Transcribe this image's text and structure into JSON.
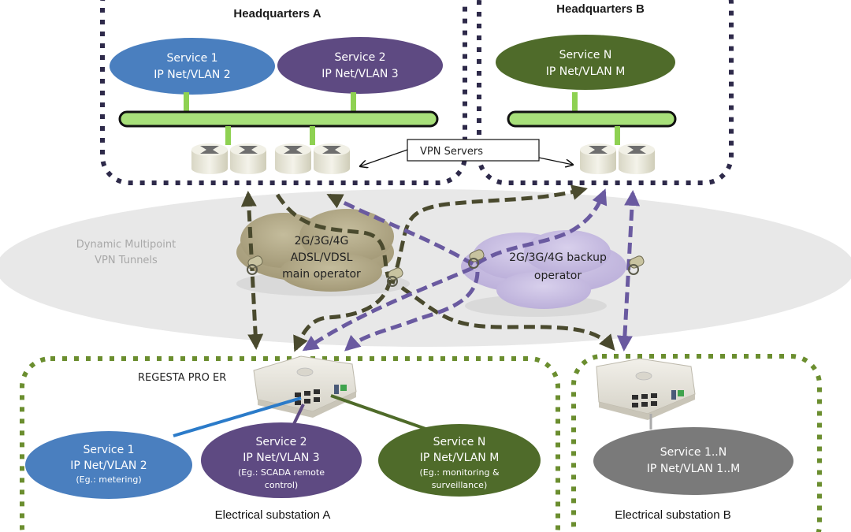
{
  "colors": {
    "hq_border": "#2e2a4a",
    "substation_border": "#6b8e2f",
    "service_blue": "#4a7fbf",
    "service_purple": "#5e4a82",
    "service_green": "#4f6b2a",
    "service_gray": "#7a7a7a",
    "bus_green": "#a8e07a",
    "tunnel_main": "#4a4a2e",
    "tunnel_backup": "#6a5aa0",
    "cloud_main": "#b3aa88",
    "cloud_backup": "#c9bfe0",
    "dmvpn_zone": "#e8e8e8"
  },
  "headquarters": [
    {
      "title": "Headquarters A",
      "services": [
        {
          "name": "Service 1",
          "net": "IP Net/VLAN 2",
          "color": "service_blue"
        },
        {
          "name": "Service 2",
          "net": "IP Net/VLAN 3",
          "color": "service_purple"
        }
      ],
      "vpn_server_count": 4
    },
    {
      "title": "Headquarters B",
      "services": [
        {
          "name": "Service N",
          "net": "IP Net/VLAN M",
          "color": "service_green"
        }
      ],
      "vpn_server_count": 2
    }
  ],
  "vpn_servers_label": "VPN Servers",
  "dmvpn": {
    "label_line1": "Dynamic Multipoint",
    "label_line2": "VPN Tunnels"
  },
  "clouds": {
    "main": {
      "line1": "2G/3G/4G",
      "line2": "ADSL/VDSL",
      "line3": "main operator"
    },
    "backup": {
      "line1": "2G/3G/4G backup",
      "line2": "operator"
    }
  },
  "substations": [
    {
      "title": "Electrical substation A",
      "device_label": "REGESTA PRO ER",
      "services": [
        {
          "name": "Service 1",
          "net": "IP Net/VLAN 2",
          "example1": "(Eg.: metering)",
          "example2": "",
          "color": "service_blue"
        },
        {
          "name": "Service 2",
          "net": "IP Net/VLAN 3",
          "example1": "(Eg.: SCADA remote",
          "example2": "control)",
          "color": "service_purple"
        },
        {
          "name": "Service N",
          "net": "IP Net/VLAN M",
          "example1": "(Eg.: monitoring &",
          "example2": "surveillance)",
          "color": "service_green"
        }
      ]
    },
    {
      "title": "Electrical substation B",
      "services": [
        {
          "name": "Service 1..N",
          "net": "IP Net/VLAN 1..M",
          "color": "service_gray"
        }
      ]
    }
  ]
}
